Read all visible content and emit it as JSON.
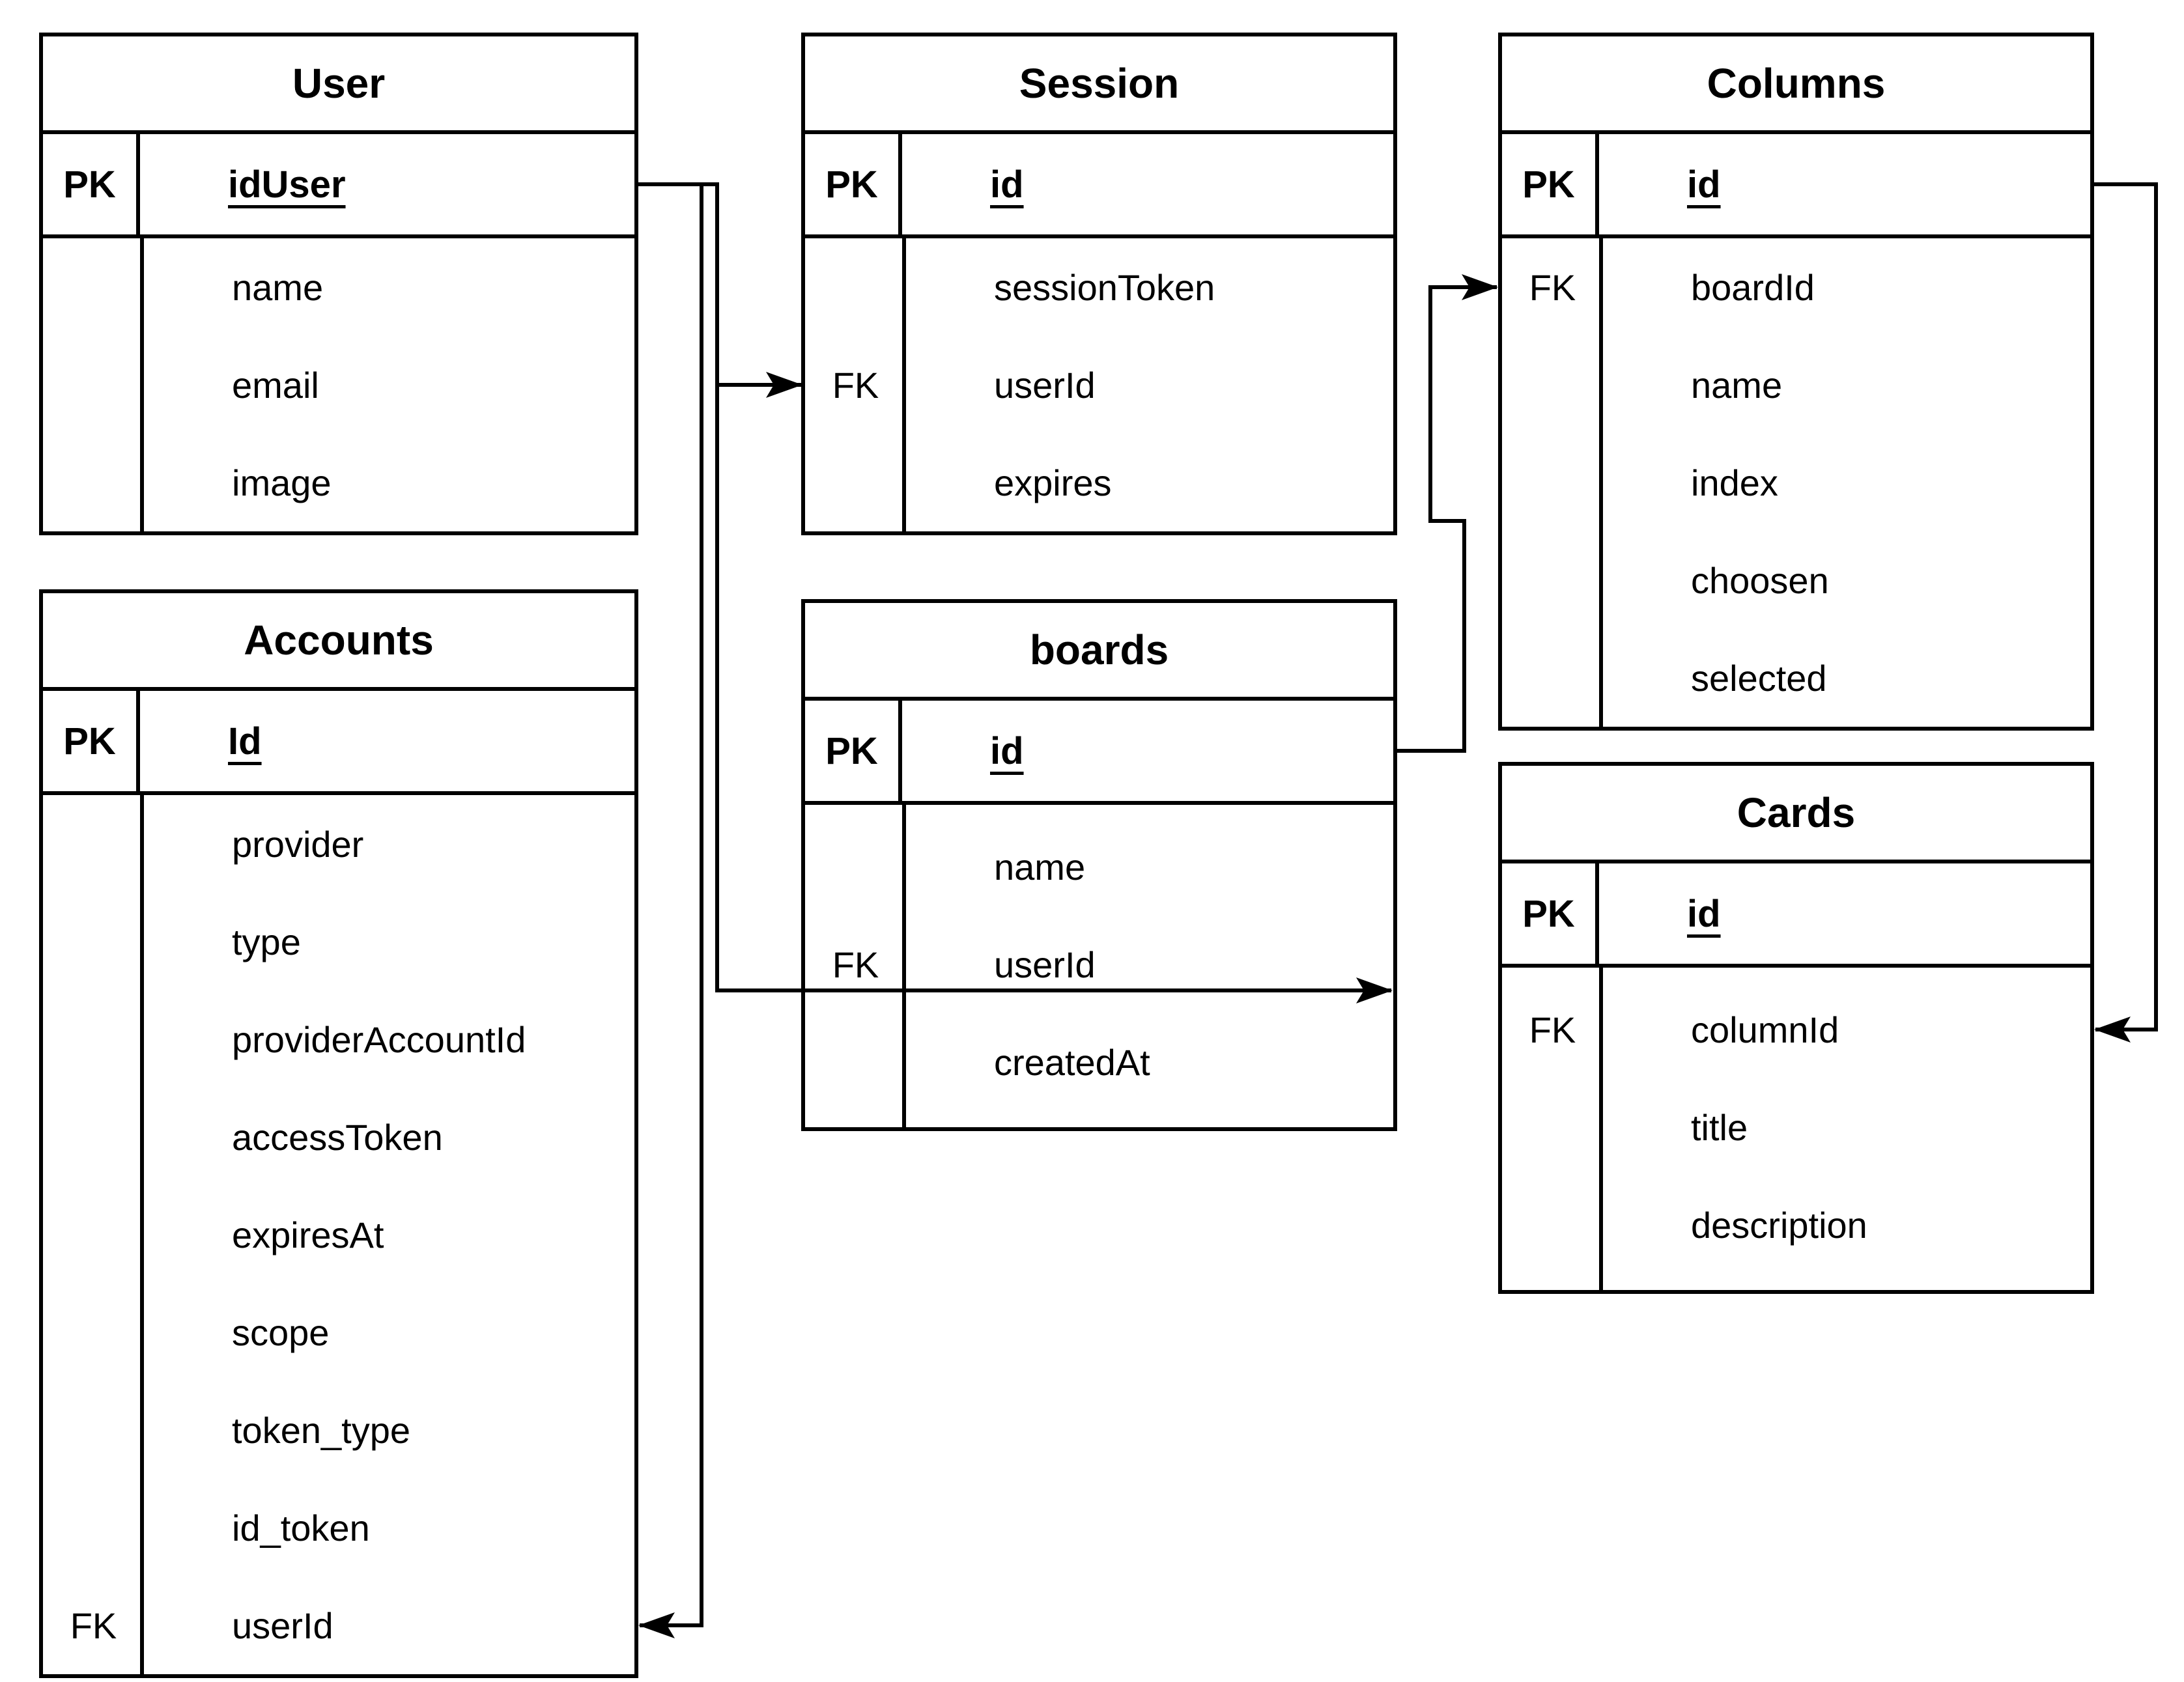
{
  "diagram": {
    "type": "entity-relationship",
    "colors": {
      "line": "#000000",
      "background": "#ffffff",
      "text": "#000000"
    },
    "entities": [
      {
        "name": "User",
        "pk": {
          "badge": "PK",
          "field": "idUser"
        },
        "fields": [
          {
            "badge": "",
            "name": "name"
          },
          {
            "badge": "",
            "name": "email"
          },
          {
            "badge": "",
            "name": "image"
          }
        ]
      },
      {
        "name": "Session",
        "pk": {
          "badge": "PK",
          "field": "id"
        },
        "fields": [
          {
            "badge": "",
            "name": "sessionToken"
          },
          {
            "badge": "FK",
            "name": "userId"
          },
          {
            "badge": "",
            "name": "expires"
          }
        ]
      },
      {
        "name": "Columns",
        "pk": {
          "badge": "PK",
          "field": "id"
        },
        "fields": [
          {
            "badge": "FK",
            "name": "boardId"
          },
          {
            "badge": "",
            "name": "name"
          },
          {
            "badge": "",
            "name": "index"
          },
          {
            "badge": "",
            "name": "choosen"
          },
          {
            "badge": "",
            "name": "selected"
          }
        ]
      },
      {
        "name": "Accounts",
        "pk": {
          "badge": "PK",
          "field": "Id"
        },
        "fields": [
          {
            "badge": "",
            "name": "provider"
          },
          {
            "badge": "",
            "name": "type"
          },
          {
            "badge": "",
            "name": "providerAccountId"
          },
          {
            "badge": "",
            "name": "accessToken"
          },
          {
            "badge": "",
            "name": "expiresAt"
          },
          {
            "badge": "",
            "name": "scope"
          },
          {
            "badge": "",
            "name": "token_type"
          },
          {
            "badge": "",
            "name": "id_token"
          },
          {
            "badge": "FK",
            "name": "userId"
          }
        ]
      },
      {
        "name": "boards",
        "pk": {
          "badge": "PK",
          "field": "id"
        },
        "fields": [
          {
            "badge": "",
            "name": "name"
          },
          {
            "badge": "FK",
            "name": "userId"
          },
          {
            "badge": "",
            "name": "createdAt"
          }
        ]
      },
      {
        "name": "Cards",
        "pk": {
          "badge": "PK",
          "field": "id"
        },
        "fields": [
          {
            "badge": "FK",
            "name": "columnId"
          },
          {
            "badge": "",
            "name": "title"
          },
          {
            "badge": "",
            "name": "description"
          }
        ]
      }
    ],
    "relationships": [
      {
        "from": "User.idUser",
        "to": "Session.userId"
      },
      {
        "from": "User.idUser",
        "to": "boards.userId"
      },
      {
        "from": "User.idUser",
        "to": "Accounts.userId"
      },
      {
        "from": "boards.id",
        "to": "Columns.boardId"
      },
      {
        "from": "Columns.id",
        "to": "Cards.columnId"
      }
    ]
  }
}
